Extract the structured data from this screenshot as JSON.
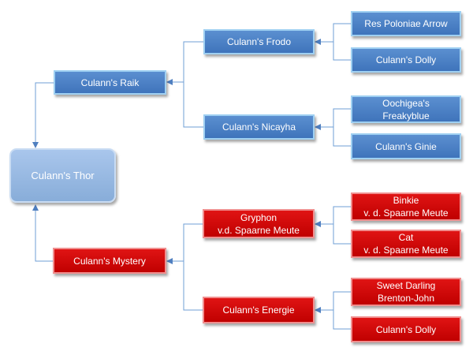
{
  "root": {
    "label": "Culann's Thor"
  },
  "sire": {
    "label": "Culann's Raik",
    "sire": {
      "label": "Culann's Frodo",
      "sire": {
        "label": "Res Poloniae Arrow"
      },
      "dam": {
        "label": "Culann's Dolly"
      }
    },
    "dam": {
      "label": "Culann's Nicayha",
      "sire": {
        "label_lines": [
          "Oochigea's",
          "Freakyblue"
        ]
      },
      "dam": {
        "label": "Culann's Ginie"
      }
    }
  },
  "dam": {
    "label": "Culann's Mystery",
    "sire": {
      "label_lines": [
        "Gryphon",
        "v.d. Spaarne Meute"
      ],
      "sire": {
        "label_lines": [
          "Binkie",
          "v. d. Spaarne Meute"
        ]
      },
      "dam": {
        "label_lines": [
          "Cat",
          "v. d. Spaarne Meute"
        ]
      }
    },
    "dam": {
      "label": "Culann's Energie",
      "sire": {
        "label_lines": [
          "Sweet Darling",
          "Brenton-John"
        ]
      },
      "dam": {
        "label": "Culann's Dolly"
      }
    }
  },
  "colors": {
    "sire_line": "#4f81bd",
    "dam_line": "#c00000",
    "root": "#95b6e0",
    "connector": "#6f9fd6"
  }
}
